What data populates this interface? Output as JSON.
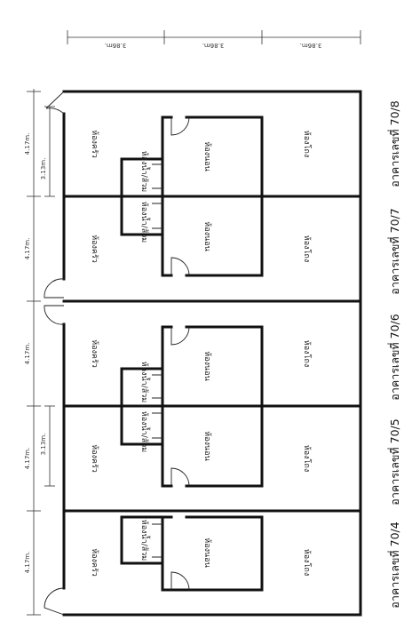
{
  "top_dimensions": [
    "3.86m.",
    "3.86m.",
    "3.86m."
  ],
  "side_dimensions": [
    "4.17m.",
    "4.17m.",
    "4.17m.",
    "4.17m.",
    "4.17m."
  ],
  "inner_dimensions": [
    "3.13m.",
    "3.13m."
  ],
  "room_labels": {
    "kitchen": "ห้องครัว",
    "bathroom": "ห้องน้ำ/ส้วม",
    "bedroom": "ห้องนอน",
    "hall": "ห้องโถง"
  },
  "buildings": [
    {
      "label": "อาคารเลขที่ 70/8"
    },
    {
      "label": "อาคารเลขที่ 70/7"
    },
    {
      "label": "อาคารเลขที่ 70/6"
    },
    {
      "label": "อาคารเลขที่ 70/5"
    },
    {
      "label": "อาคารเลขที่ 70/4"
    }
  ]
}
